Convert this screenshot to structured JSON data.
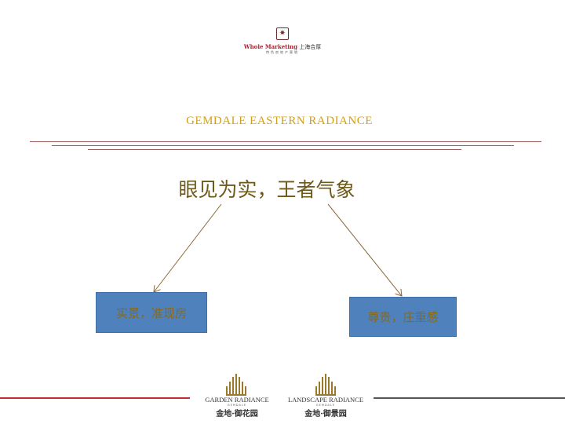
{
  "header": {
    "logo_brand": "Whole Marketing",
    "logo_cn": "上海合厚",
    "logo_sub": "特色房地产营销"
  },
  "slide": {
    "title": "GEMDALE  EASTERN  RADIANCE",
    "headline": "眼见为实，王者气象",
    "left_box": "实景，准现房",
    "right_box": "尊贵，庄重感"
  },
  "footer": {
    "left_logo": {
      "name": "GARDEN RADIANCE",
      "sub": "GEMDALE",
      "cn": "金地·御花园"
    },
    "right_logo": {
      "name": "LANDSCAPE RADIANCE",
      "sub": "GEMDALE",
      "cn": "金地·御景园"
    }
  },
  "colors": {
    "title": "#d4a017",
    "headline": "#6d5a1a",
    "box_fill": "#4f81bd",
    "box_text": "#8b6914",
    "rule": "#9a5a5a",
    "accent_red": "#c62a3a"
  }
}
